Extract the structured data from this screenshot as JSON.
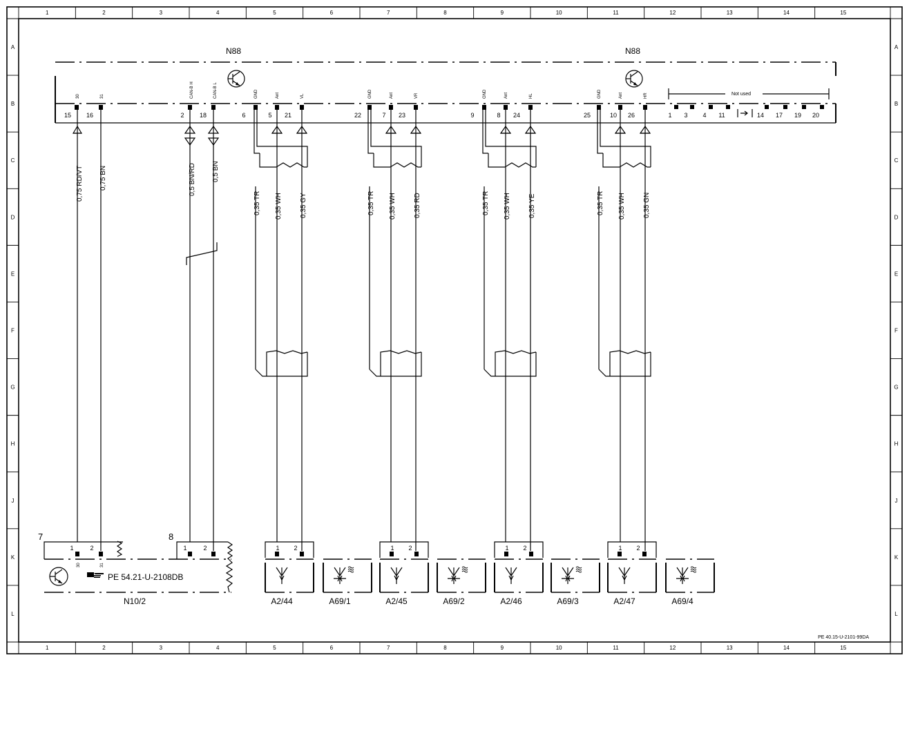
{
  "grid": {
    "columns": [
      "1",
      "2",
      "3",
      "4",
      "5",
      "6",
      "7",
      "8",
      "9",
      "10",
      "11",
      "12",
      "13",
      "14",
      "15"
    ],
    "rows": [
      "A",
      "B",
      "C",
      "D",
      "E",
      "F",
      "G",
      "H",
      "J",
      "K",
      "L"
    ]
  },
  "module": {
    "name_left": "N88",
    "name_right": "N88",
    "not_used": "Not used",
    "power_pins": [
      {
        "signal": "30",
        "pin": "15"
      },
      {
        "signal": "31",
        "pin": "16"
      }
    ],
    "can_pins": [
      {
        "signal": "CAN-B H",
        "pin": "2"
      },
      {
        "signal": "CAN-B L",
        "pin": "18"
      }
    ],
    "sensor_groups": [
      {
        "pins": [
          "6",
          "5",
          "21"
        ],
        "signals": [
          "GND",
          "Ant",
          "VL"
        ],
        "wires": [
          "0,35 TR",
          "0,35 WH",
          "0,35 GY"
        ]
      },
      {
        "pins": [
          "22",
          "7",
          "23"
        ],
        "signals": [
          "GND",
          "Ant",
          "VR"
        ],
        "wires": [
          "0,35 TR",
          "0,35 WH",
          "0,35 RD"
        ]
      },
      {
        "pins": [
          "9",
          "8",
          "24"
        ],
        "signals": [
          "GND",
          "Ant",
          "HL"
        ],
        "wires": [
          "0,35 TR",
          "0,35 WH",
          "0,35 YE"
        ]
      },
      {
        "pins": [
          "25",
          "10",
          "26"
        ],
        "signals": [
          "GND",
          "Ant",
          "HR"
        ],
        "wires": [
          "0,35 TR",
          "0,35 WH",
          "0,35 GN"
        ]
      }
    ],
    "unused_pins": [
      "1",
      "3",
      "4",
      "11",
      "14",
      "17",
      "19",
      "20"
    ]
  },
  "wires": {
    "power": [
      "0,75 RD/VT",
      "0,75 BN"
    ],
    "can": [
      "0,5 BN/RD",
      "0,5 BN"
    ]
  },
  "n10": {
    "label": "N10/2",
    "ref": "PE 54.21-U-2108DB",
    "block7": {
      "number": "7",
      "pins": [
        "1",
        "2"
      ],
      "signals": [
        "30",
        "31"
      ]
    },
    "block8": {
      "number": "8",
      "pins": [
        "1",
        "2"
      ]
    }
  },
  "antennas": [
    {
      "label": "A2/44",
      "pins": [
        "1",
        "2"
      ]
    },
    {
      "label": "A69/1"
    },
    {
      "label": "A2/45",
      "pins": [
        "1",
        "2"
      ]
    },
    {
      "label": "A69/2"
    },
    {
      "label": "A2/46",
      "pins": [
        "1",
        "2"
      ]
    },
    {
      "label": "A69/3"
    },
    {
      "label": "A2/47",
      "pins": [
        "1",
        "2"
      ]
    },
    {
      "label": "A69/4"
    }
  ],
  "footer_ref": "PE 40.15-U-2101-99DA"
}
